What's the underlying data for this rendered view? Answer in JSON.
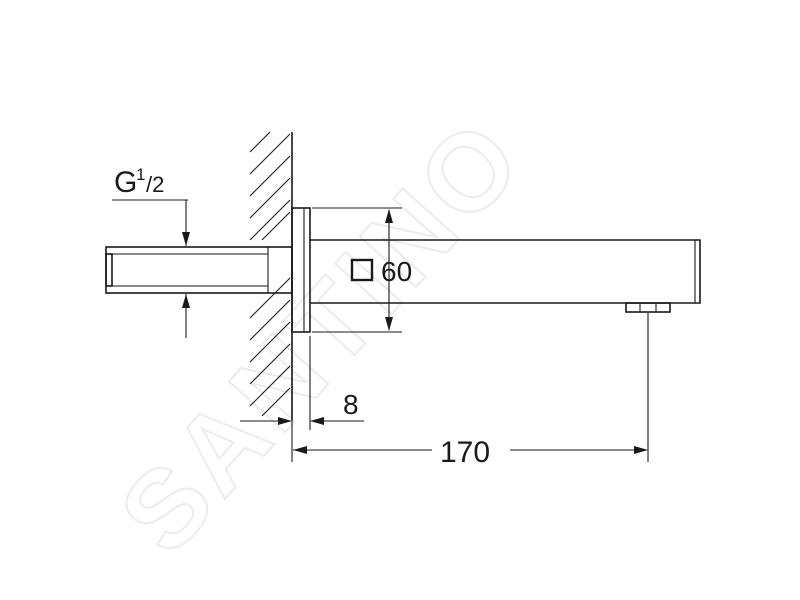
{
  "watermark": "SANTINO",
  "dimensions": {
    "thread_label_main": "G",
    "thread_label_num": "1",
    "thread_label_den": "/2",
    "square_size": "60",
    "plate_depth": "8",
    "spout_length": "170"
  },
  "colors": {
    "line": "#1a1a1a",
    "watermark": "#ececec",
    "background": "#ffffff"
  }
}
